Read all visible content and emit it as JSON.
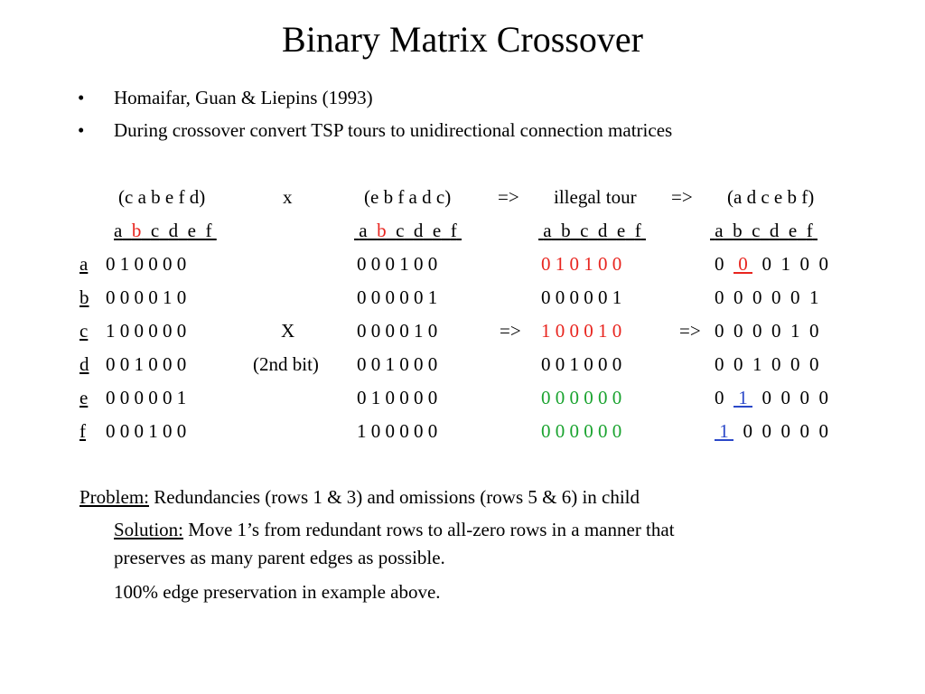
{
  "title": "Binary Matrix Crossover",
  "bullets": [
    "Homaifar, Guan & Liepins (1993)",
    "During crossover convert TSP tours to unidirectional connection matrices"
  ],
  "headers": {
    "p1": "(c a b e f d)",
    "op": "x",
    "p2": "(e b f a d c)",
    "arrow1": "=>",
    "illegal": "illegal tour",
    "arrow2": "=>",
    "child": "(a d c e b f)"
  },
  "column_labels": {
    "p1": [
      "a",
      "b",
      "c",
      "d",
      "e",
      "f"
    ],
    "p2": [
      "a",
      "b",
      "c",
      "d",
      "e",
      "f"
    ],
    "illegal": [
      "a",
      "b",
      "c",
      "d",
      "e",
      "f"
    ],
    "child": [
      "a",
      "b",
      "c",
      "d",
      "e",
      "f"
    ]
  },
  "row_labels": [
    "a",
    "b",
    "c",
    "d",
    "e",
    "f"
  ],
  "matrices": {
    "parent1": [
      "0 1 0 0 0 0",
      "0 0 0 0 1 0",
      "1 0 0 0 0 0",
      "0 0 1 0 0 0",
      "0 0 0 0 0 1",
      "0 0 0 1 0 0"
    ],
    "parent2": [
      "0 0 0 1 0 0",
      "0 0 0 0 0 1",
      "0 0 0 0 1 0",
      "0 0 1 0 0 0",
      "0 1 0 0 0 0",
      "1 0 0 0 0 0"
    ],
    "illegal": [
      "0 1 0 1 0 0",
      "0 0 0 0 0 1",
      "1 0 0 0 1 0",
      "0 0 1 0 0 0",
      "0 0 0 0 0 0",
      "0 0 0 0 0 0"
    ],
    "child": [
      "0 0 0 1 0 0",
      "0 0 0 0 0 1",
      "0 0 0 0 1 0",
      "0 0 1 0 0 0",
      "0 1 0 0 0 0",
      "1 0 0 0 0 0"
    ]
  },
  "mid_labels": {
    "cross": "X",
    "bit": "(2nd bit)",
    "arrow_row": "=>",
    "arrow_row2": "=>"
  },
  "problem": {
    "label": "Problem:",
    "text": "Redundancies (rows 1 & 3) and omissions (rows 5 & 6) in child"
  },
  "solution": {
    "label": "Solution:",
    "line1": "Move 1’s from redundant rows to all-zero rows in a manner that",
    "line2": "preserves as many parent edges as possible."
  },
  "note": "100% edge preservation in example above.",
  "colors": {
    "highlight_red": "#e8251f",
    "highlight_green": "#1aa32f",
    "highlight_blue": "#2b48c8"
  }
}
